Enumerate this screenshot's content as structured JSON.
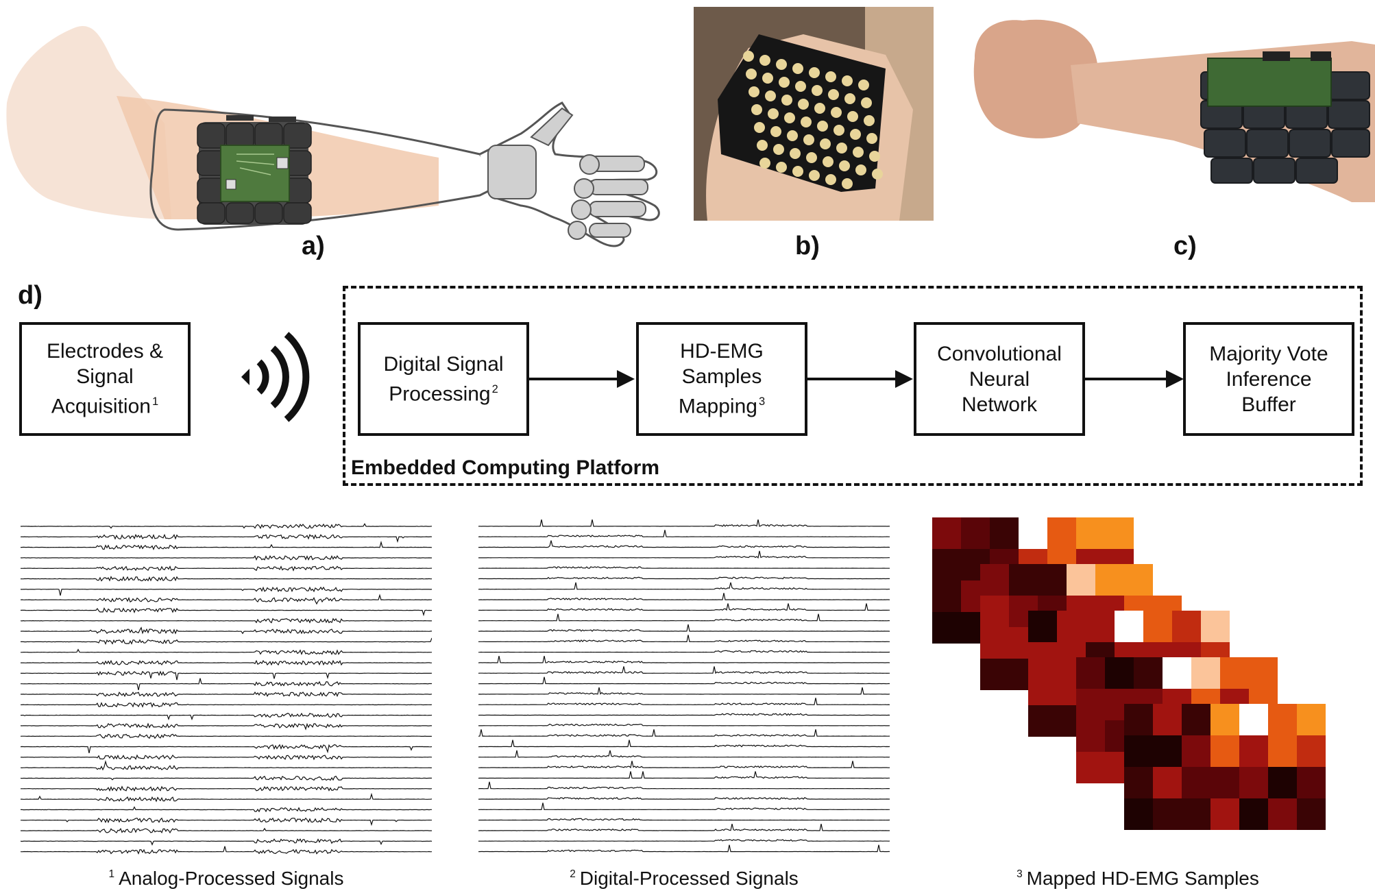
{
  "panels": {
    "a": "a)",
    "b": "b)",
    "c": "c)",
    "d": "d)"
  },
  "pipeline": {
    "acquisition": {
      "line1": "Electrodes &",
      "line2": "Signal",
      "line3": "Acquisition",
      "sup": "1"
    },
    "dsp": {
      "line1": "Digital Signal",
      "line2": "Processing",
      "sup": "2"
    },
    "mapping": {
      "line1": "HD-EMG",
      "line2": "Samples",
      "line3": "Mapping",
      "sup": "3"
    },
    "cnn": {
      "line1": "Convolutional",
      "line2": "Neural",
      "line3": "Network"
    },
    "vote": {
      "line1": "Majority Vote",
      "line2": "Inference",
      "line3": "Buffer"
    },
    "platform_label": "Embedded Computing Platform"
  },
  "captions": {
    "analog": {
      "sup": "1",
      "text": "Analog-Processed Signals"
    },
    "digital": {
      "sup": "2",
      "text": "Digital-Processed Signals"
    },
    "mapped": {
      "sup": "3",
      "text": "Mapped HD-EMG Samples"
    }
  },
  "icons": {
    "wireless": "wireless-signal-icon",
    "arm": "arm-with-electrode-array-illustration",
    "hand_array": "flexible-electrode-array-photo",
    "forearm": "forearm-with-armband-photo"
  },
  "colors": {
    "stroke": "#111111",
    "skin": "#f3d9c8",
    "pcb": "#3c5a34",
    "pad": "#e8d59a",
    "board": "#1a1a1a"
  }
}
